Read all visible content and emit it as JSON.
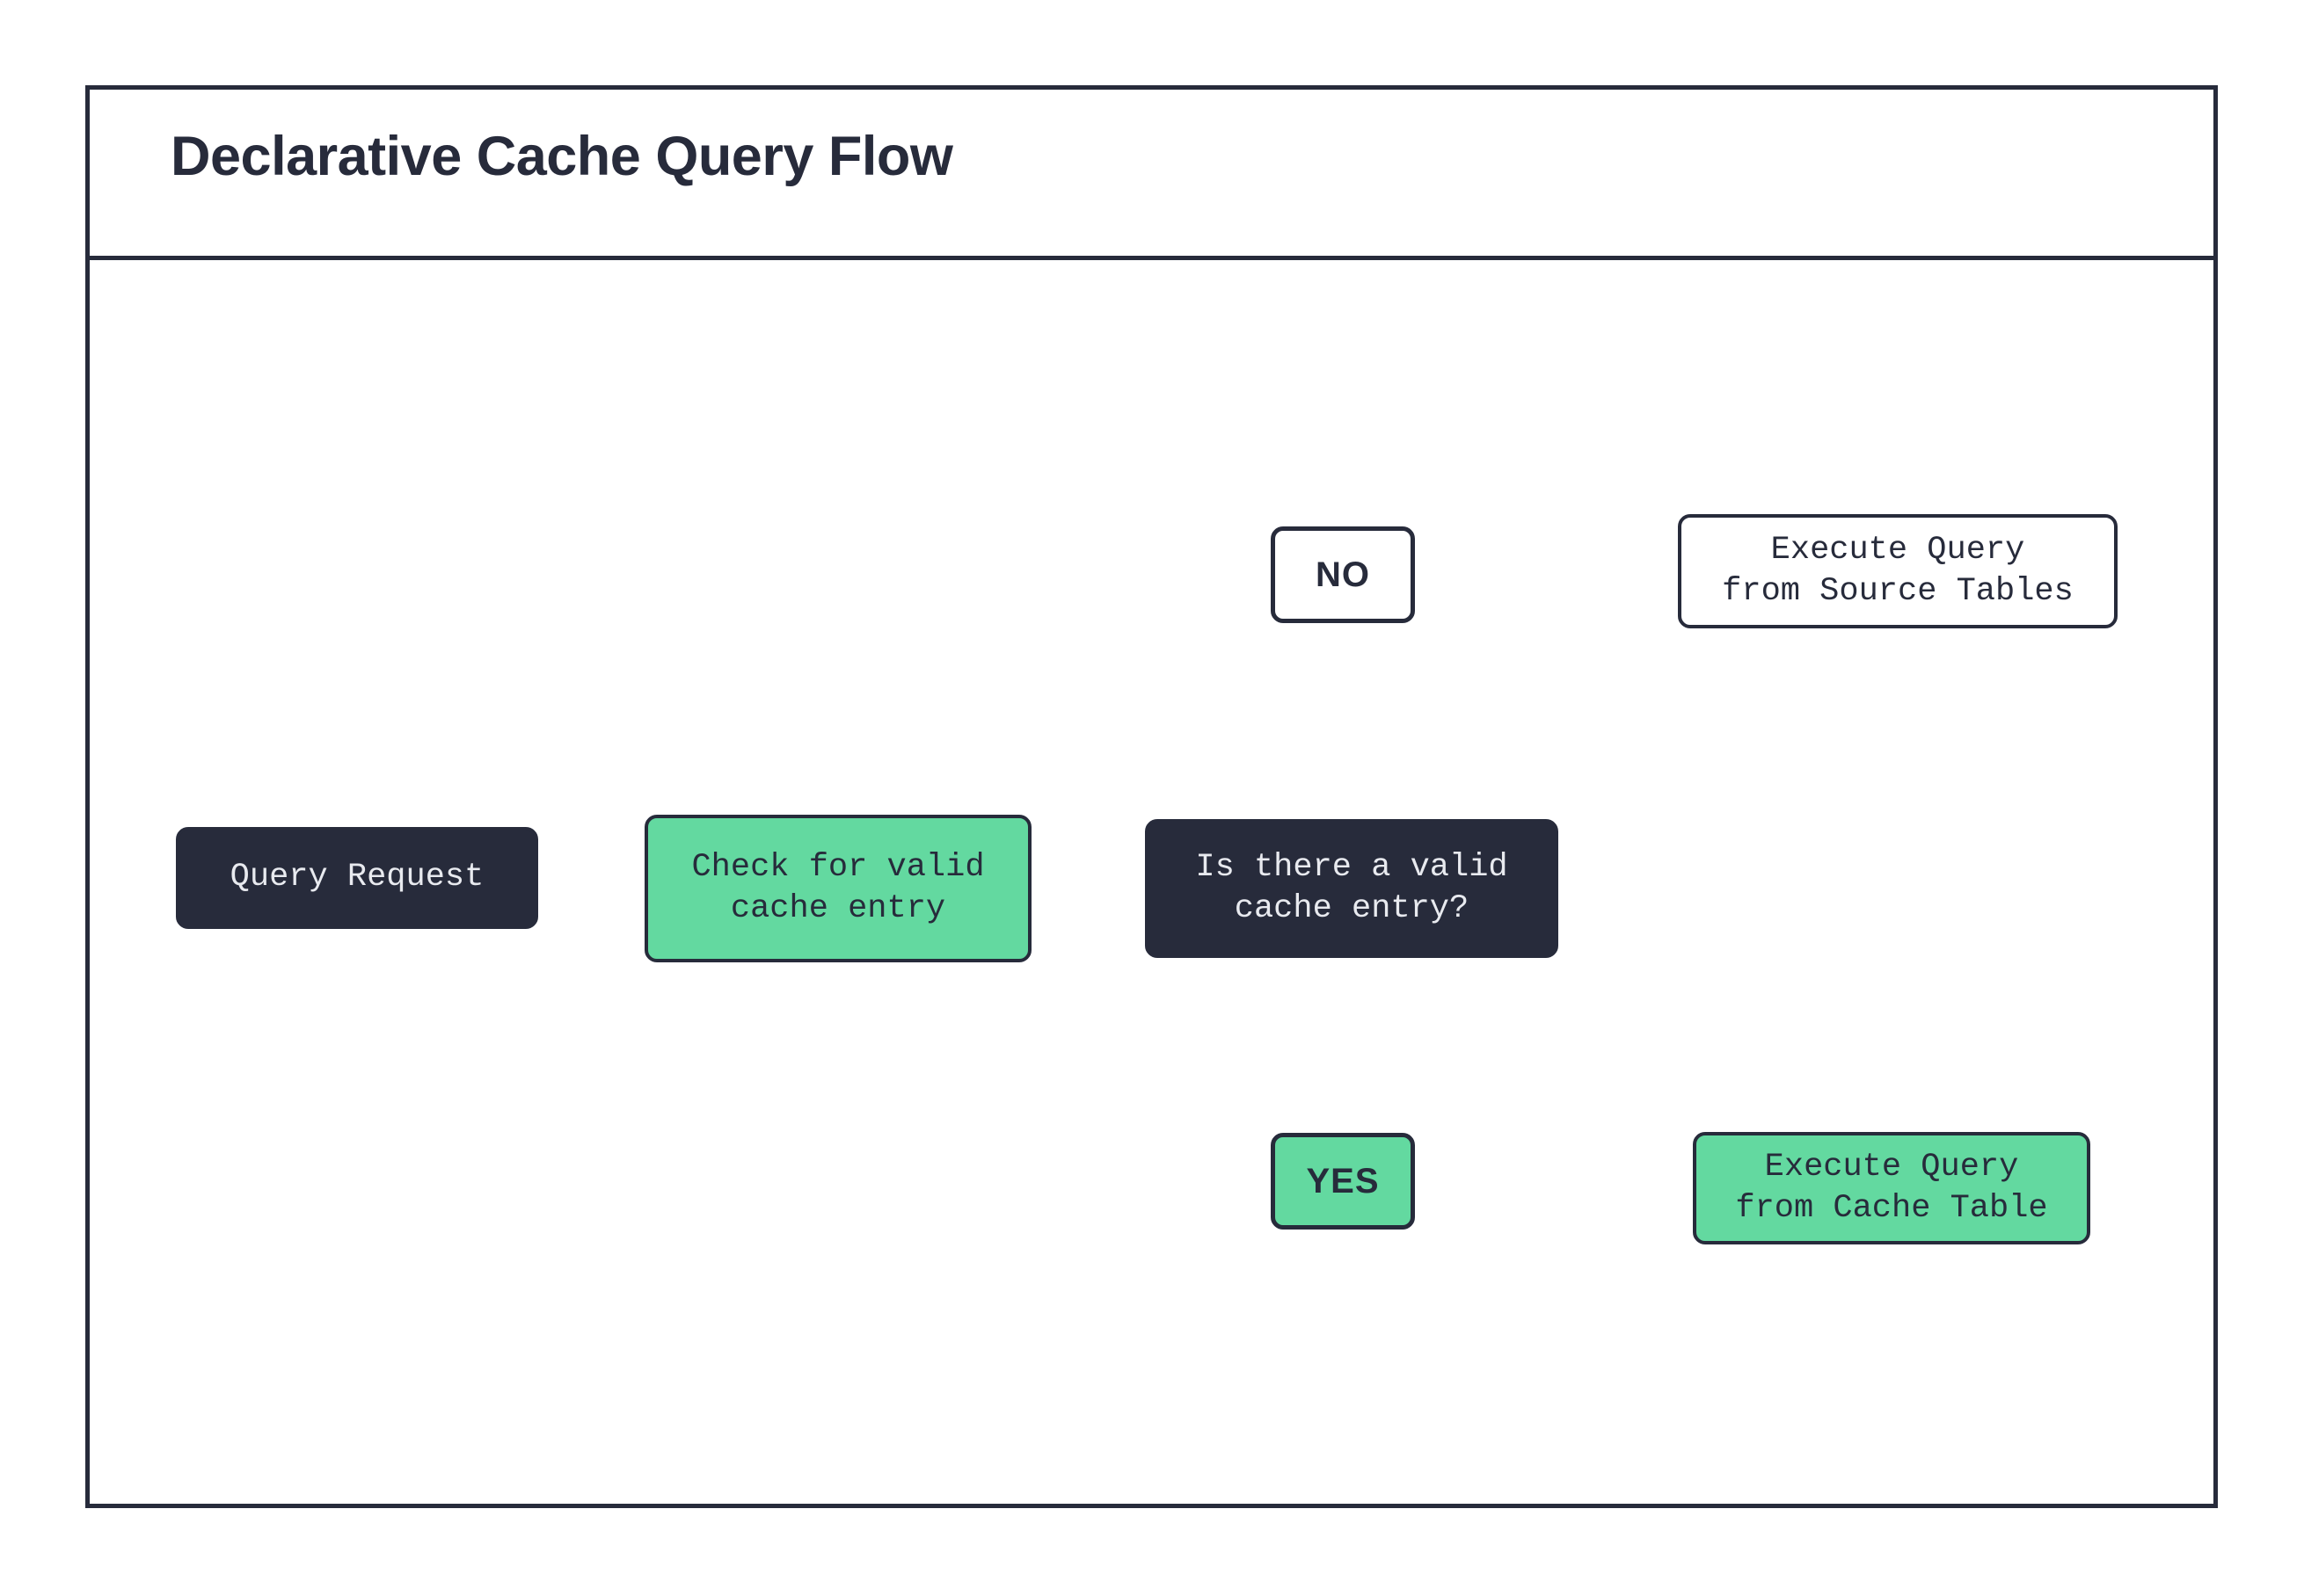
{
  "title": "Declarative Cache Query Flow",
  "colors": {
    "ink": "#272b3b",
    "accent_green": "#63d9a0",
    "canvas": "#ffffff",
    "dark_node_text": "#e8eaef"
  },
  "diagram": {
    "type": "flowchart",
    "direction": "left-to-right",
    "nodes": [
      {
        "id": "query_request",
        "label": "Query Request",
        "shape": "rounded-rect",
        "style": "dark"
      },
      {
        "id": "check_cache",
        "label": "Check for valid\ncache entry",
        "shape": "rounded-rect",
        "style": "green"
      },
      {
        "id": "decision",
        "label": "Is there a valid\ncache entry?",
        "shape": "rounded-rect",
        "style": "dark"
      },
      {
        "id": "source_exec",
        "label": "Execute Query\nfrom Source Tables",
        "shape": "rounded-rect",
        "style": "white",
        "container": "source_db"
      },
      {
        "id": "cache_exec",
        "label": "Execute Query\nfrom Cache Table",
        "shape": "rounded-rect",
        "style": "green",
        "container": "cache_db"
      }
    ],
    "branch_labels": [
      {
        "id": "no",
        "label": "NO",
        "style": "white",
        "target": "source_exec"
      },
      {
        "id": "yes",
        "label": "YES",
        "style": "green",
        "target": "cache_exec"
      }
    ],
    "containers": [
      {
        "id": "source_db",
        "shape": "database-cylinder",
        "discs": 3
      },
      {
        "id": "cache_db",
        "shape": "database-cylinder",
        "discs": 3
      }
    ],
    "edges": [
      {
        "from": "query_request",
        "to": "check_cache"
      },
      {
        "from": "check_cache",
        "to": "decision"
      },
      {
        "from": "decision",
        "to": "no"
      },
      {
        "from": "decision",
        "to": "yes"
      },
      {
        "from": "no",
        "to": "source_exec"
      },
      {
        "from": "yes",
        "to": "cache_exec"
      }
    ]
  }
}
